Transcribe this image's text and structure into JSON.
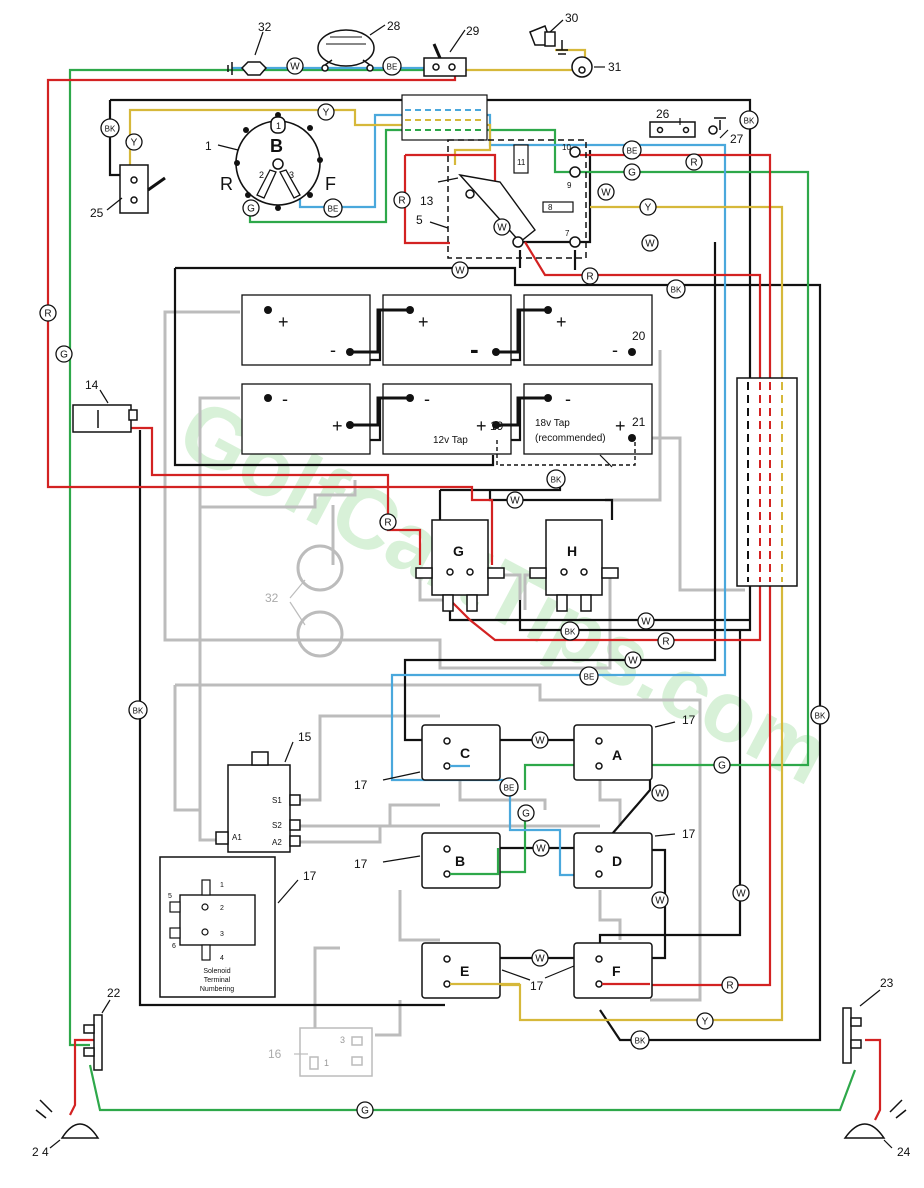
{
  "colors": {
    "red": "#d32222",
    "blue": "#4aa8dc",
    "green": "#2ea84a",
    "yellow": "#d6b83a",
    "black": "#111111",
    "gray": "#bcbcbc"
  },
  "watermark": "GolfCartTips.com",
  "wire_codes": {
    "W": "W",
    "BE": "BE",
    "Y": "Y",
    "R": "R",
    "G": "G",
    "BK": "BK"
  },
  "callouts": {
    "n1": "1",
    "n5": "5",
    "n13": "13",
    "n14": "14",
    "n15": "15",
    "n16": "16",
    "n17": "17",
    "n19": "19",
    "n20": "20",
    "n21": "21",
    "n22": "22",
    "n23": "23",
    "n24": "2 4",
    "n24r": "24",
    "n25": "25",
    "n26": "26",
    "n27": "27",
    "n28": "28",
    "n29": "29",
    "n30": "30",
    "n31": "31",
    "n32": "32"
  },
  "ignition": {
    "b": "B",
    "r": "R",
    "f": "F",
    "t1": "1",
    "t2": "2",
    "t3": "3"
  },
  "batteries": {
    "plus": "+",
    "minus": "-"
  },
  "taps": {
    "tap12": "12v Tap",
    "tap18a": "18v Tap",
    "tap18b": "(recommended)"
  },
  "solenoids": {
    "a": "A",
    "b": "B",
    "c": "C",
    "d": "D",
    "e": "E",
    "f": "F",
    "g": "G",
    "h": "H"
  },
  "switch5": {
    "p10": "10",
    "p11": "11",
    "p9": "9",
    "p8": "8",
    "p7": "7"
  },
  "component15": {
    "s1": "S1",
    "s2": "S2",
    "a1": "A1",
    "a2": "A2"
  },
  "legend_box": {
    "t1": "1",
    "t2": "2",
    "t3": "3",
    "t4": "4",
    "t5": "5",
    "t6": "6",
    "caption1": "Solenoid",
    "caption2": "Terminal",
    "caption3": "Numbering"
  },
  "component16": {
    "p3": "3",
    "p1": "1"
  }
}
